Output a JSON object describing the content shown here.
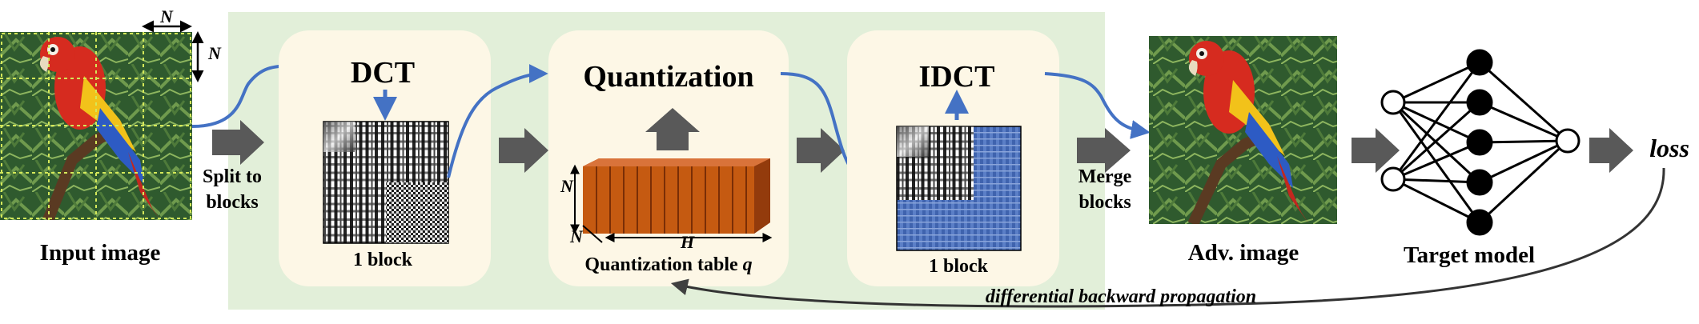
{
  "input_section": {
    "label": "Input image",
    "dim_label_top": "N",
    "dim_label_side": "N",
    "split_label_line1": "Split to",
    "split_label_line2": "blocks"
  },
  "dct_stage": {
    "title": "DCT",
    "caption": "1 block"
  },
  "quant_stage": {
    "title": "Quantization",
    "caption_prefix": "Quantization table ",
    "caption_var": "q",
    "dim_n_vertical": "N",
    "dim_n_diag": "N",
    "dim_h": "H"
  },
  "idct_stage": {
    "title": "IDCT",
    "caption": "1 block"
  },
  "merge_label_line1": "Merge",
  "merge_label_line2": "blocks",
  "adv_image_label": "Adv. image",
  "target_model_label": "Target model",
  "loss_label": "loss",
  "backprop_label": "differential backward propagation",
  "colors": {
    "green_band": "#e2efd9",
    "stage_box": "#fdf7e6",
    "flow_arrow": "#4472c4",
    "block_arrow": "#595959",
    "quant_bar": "#c55a11",
    "idct_tint": "#4472c4"
  },
  "icons": [
    "parrot-image-icon",
    "dct-basis-grid-icon",
    "quantization-table-icon",
    "neural-network-icon"
  ]
}
